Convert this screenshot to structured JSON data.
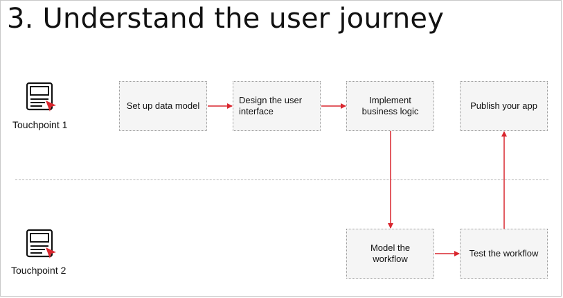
{
  "title": "3. Understand the user journey",
  "touchpoints": [
    {
      "label": "Touchpoint 1",
      "icon": "form-cursor-icon"
    },
    {
      "label": "Touchpoint 2",
      "icon": "form-cursor-icon"
    }
  ],
  "steps": {
    "setup": "Set up data model",
    "design": "Design the user interface",
    "logic": "Implement business logic",
    "publish": "Publish your app",
    "model": "Model the workflow",
    "test": "Test the workflow"
  },
  "colors": {
    "accent": "#d9262e",
    "box_border": "#9a9a9a",
    "text": "#111111"
  }
}
